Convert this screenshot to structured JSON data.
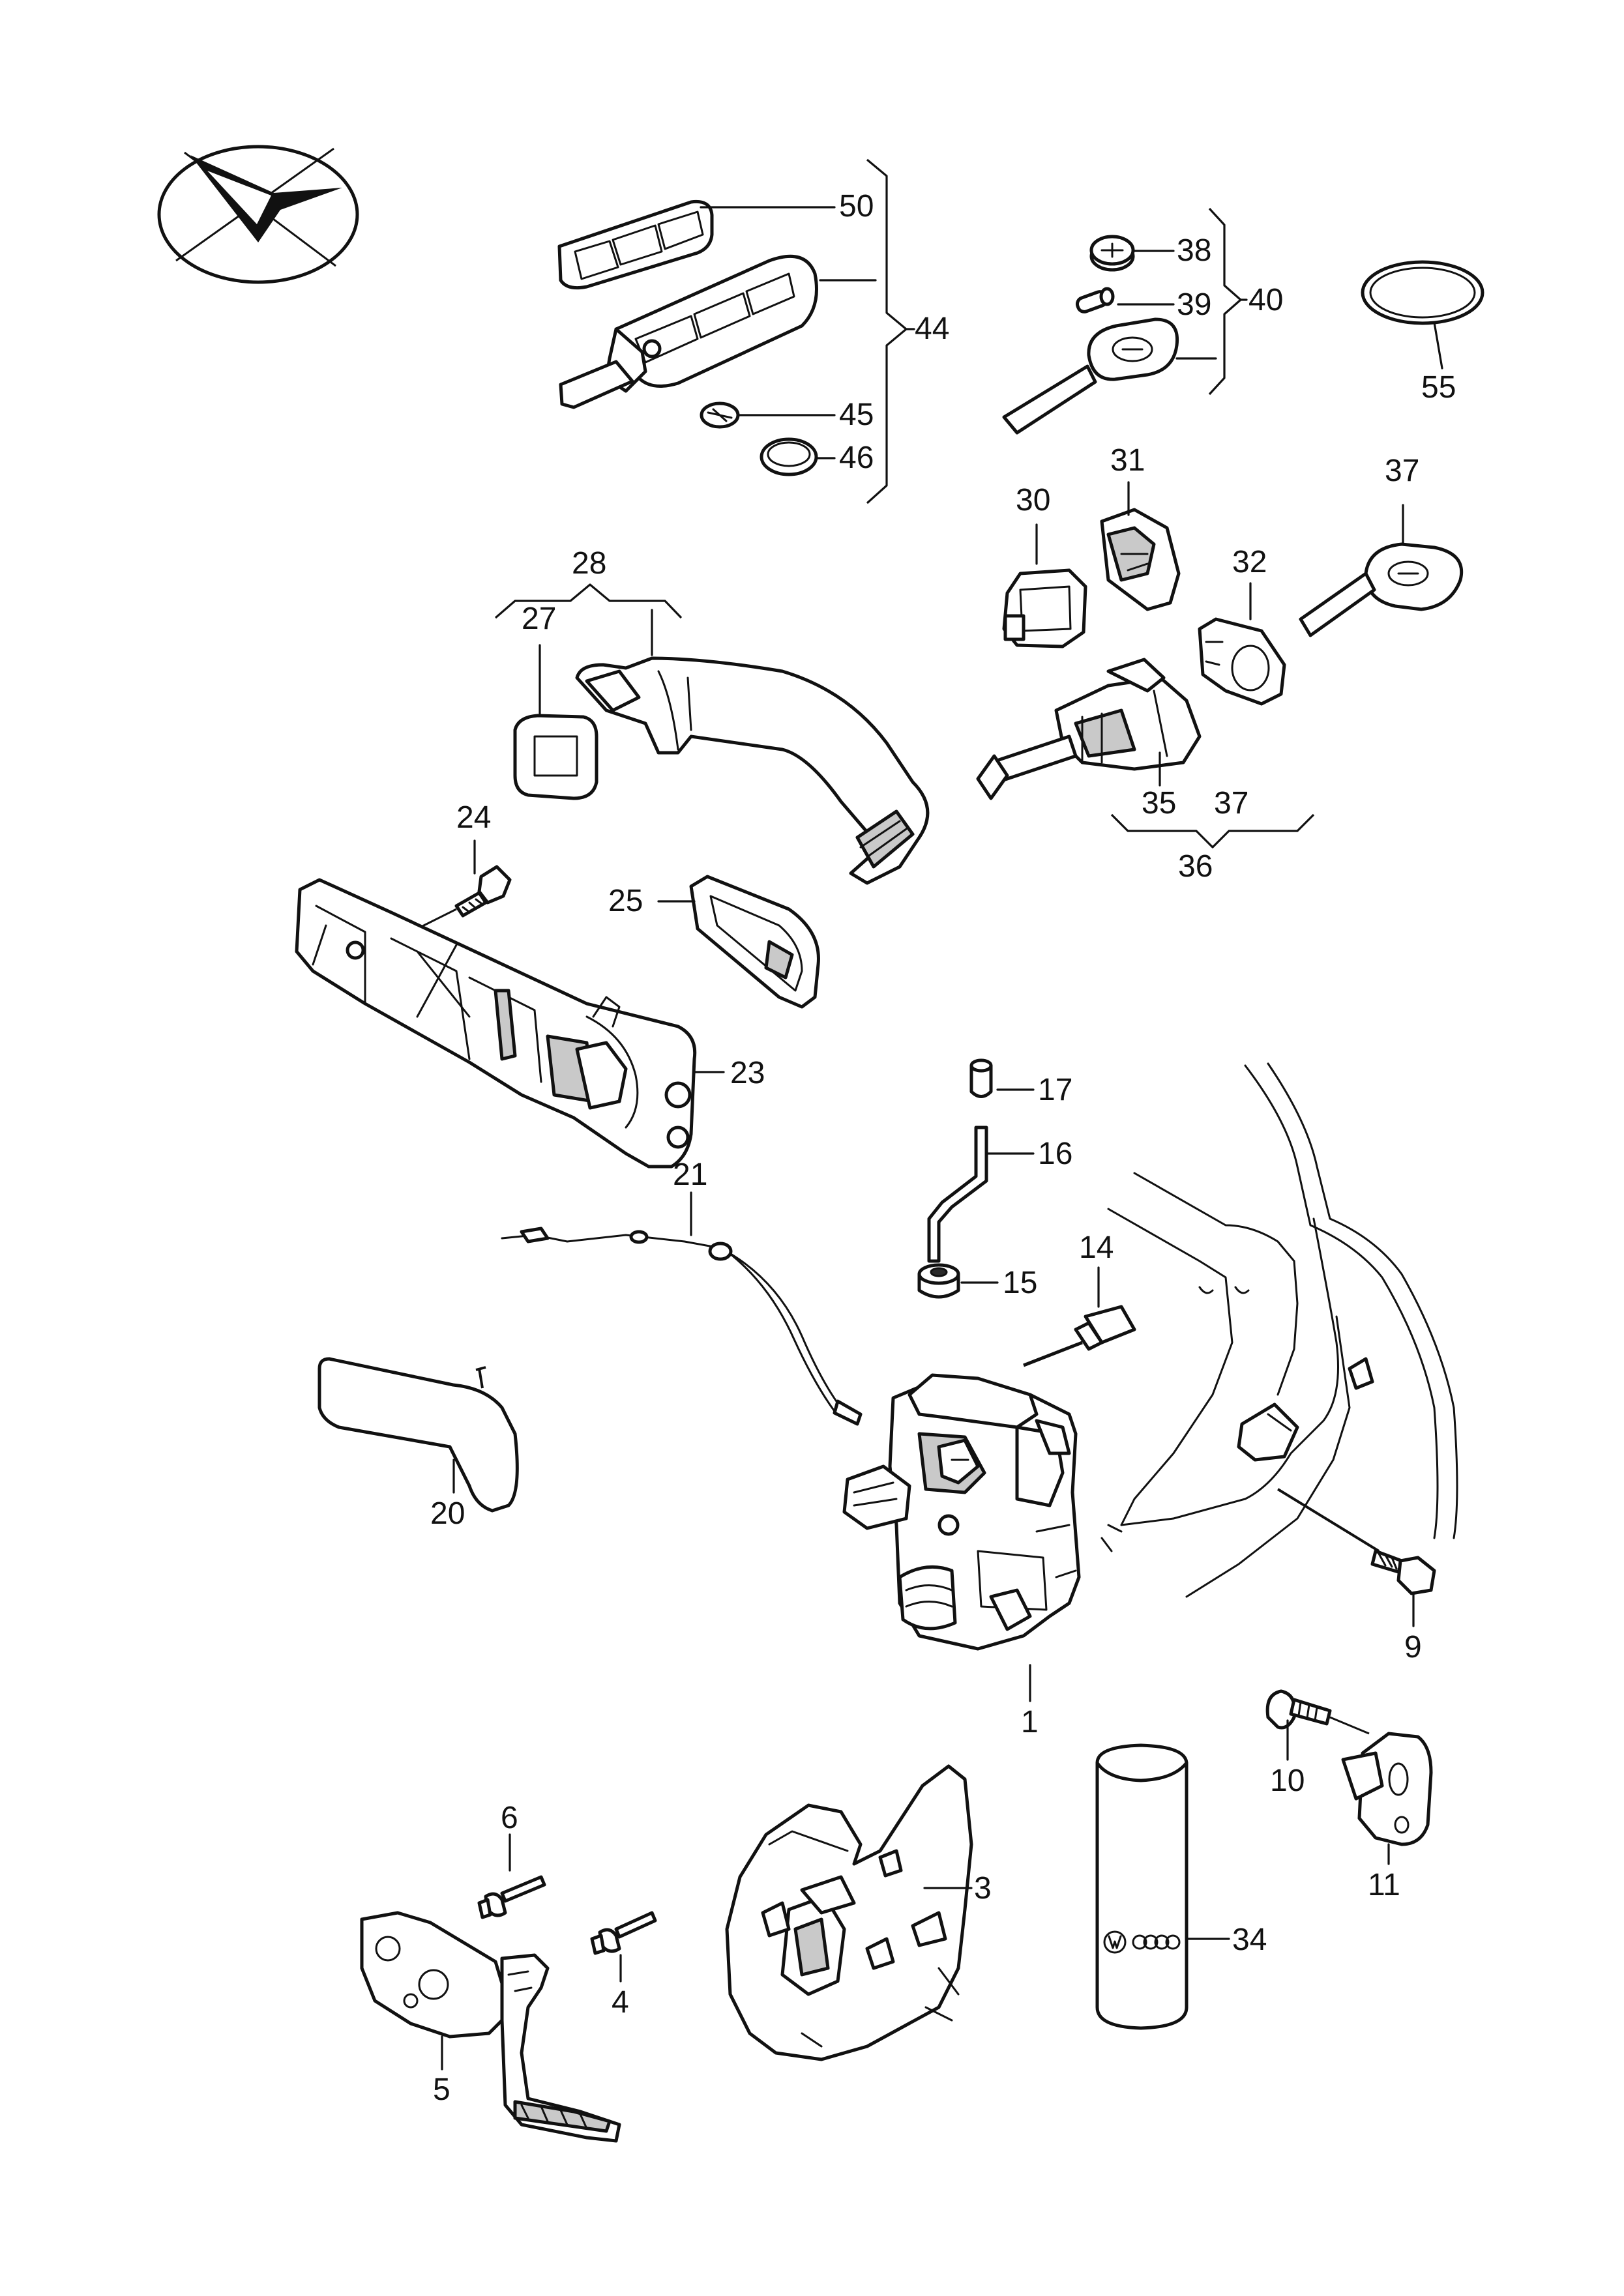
{
  "callouts": [
    {
      "id": "c50",
      "text": "50"
    },
    {
      "id": "c44",
      "text": "44"
    },
    {
      "id": "c45",
      "text": "45"
    },
    {
      "id": "c46",
      "text": "46"
    },
    {
      "id": "c38",
      "text": "38"
    },
    {
      "id": "c39",
      "text": "39"
    },
    {
      "id": "c40",
      "text": "40"
    },
    {
      "id": "c55",
      "text": "55"
    },
    {
      "id": "c30",
      "text": "30"
    },
    {
      "id": "c31",
      "text": "31"
    },
    {
      "id": "c37a",
      "text": "37"
    },
    {
      "id": "c32",
      "text": "32"
    },
    {
      "id": "c28",
      "text": "28"
    },
    {
      "id": "c27",
      "text": "27"
    },
    {
      "id": "c35",
      "text": "35"
    },
    {
      "id": "c37b",
      "text": "37"
    },
    {
      "id": "c36",
      "text": "36"
    },
    {
      "id": "c24",
      "text": "24"
    },
    {
      "id": "c25",
      "text": "25"
    },
    {
      "id": "c23",
      "text": "23"
    },
    {
      "id": "c17",
      "text": "17"
    },
    {
      "id": "c16",
      "text": "16"
    },
    {
      "id": "c21",
      "text": "21"
    },
    {
      "id": "c15",
      "text": "15"
    },
    {
      "id": "c14",
      "text": "14"
    },
    {
      "id": "c20",
      "text": "20"
    },
    {
      "id": "c9",
      "text": "9"
    },
    {
      "id": "c1",
      "text": "1"
    },
    {
      "id": "c10",
      "text": "10"
    },
    {
      "id": "c11",
      "text": "11"
    },
    {
      "id": "c6",
      "text": "6"
    },
    {
      "id": "c3",
      "text": "3"
    },
    {
      "id": "c34",
      "text": "34"
    },
    {
      "id": "c4",
      "text": "4"
    },
    {
      "id": "c5",
      "text": "5"
    }
  ],
  "icons": {
    "orientation": "direction-arrow-icon",
    "brand": "vw-audi-logo-icon"
  },
  "colors": {
    "line": "#111111",
    "shade": "#c9c9c9",
    "background": "#ffffff"
  }
}
